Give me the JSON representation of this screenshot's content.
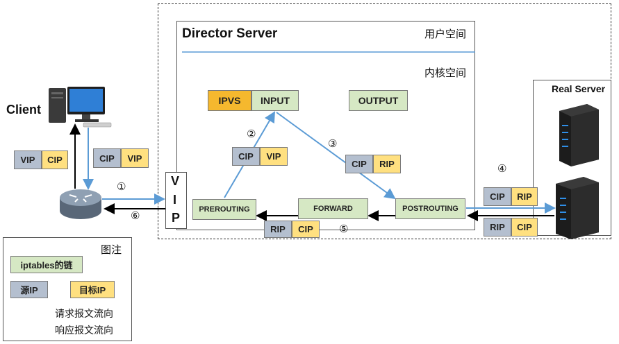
{
  "director": {
    "title": "Director Server",
    "user_space": "用户空间",
    "kernel_space": "内核空间"
  },
  "real_server": {
    "title": "Real Server"
  },
  "client": {
    "label": "Client"
  },
  "chains": {
    "ipvs": "IPVS",
    "input": "INPUT",
    "output": "OUTPUT",
    "prerouting": "PREROUTING",
    "forward": "FORWARD",
    "postrouting": "POSTROUTING"
  },
  "vip_letters": [
    "V",
    "I",
    "P"
  ],
  "packets": {
    "client_top": [
      "VIP",
      "CIP"
    ],
    "client_bottom": [
      "CIP",
      "VIP"
    ],
    "step2": [
      "CIP",
      "VIP"
    ],
    "step3": [
      "CIP",
      "RIP"
    ],
    "step4": [
      "CIP",
      "RIP"
    ],
    "rs_response": [
      "RIP",
      "CIP"
    ],
    "step5": [
      "RIP",
      "CIP"
    ]
  },
  "steps": [
    "①",
    "②",
    "③",
    "④",
    "⑤",
    "⑥"
  ],
  "legend": {
    "title": "图注",
    "chain": "iptables的链",
    "source": "源IP",
    "target": "目标IP",
    "request": "请求报文流向",
    "response": "响应报文流向"
  },
  "colors": {
    "request_line": "#5b9bd5",
    "response_line": "#000000",
    "chain": "#d6e8c4",
    "source_ip": "#b4bfcf",
    "target_ip": "#ffe080",
    "ipvs": "#f5b82e"
  }
}
